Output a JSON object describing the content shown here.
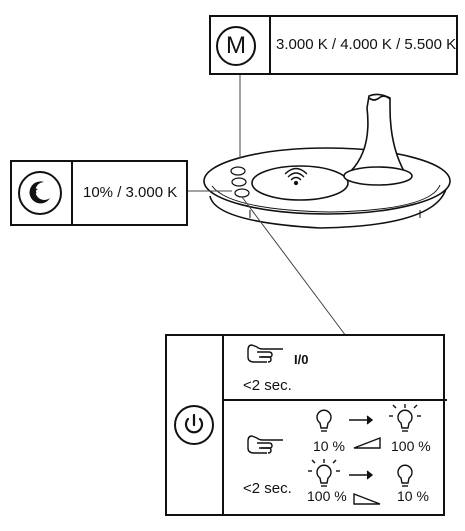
{
  "mode_box": {
    "icon_label": "M",
    "text": "3.000 K / 4.000 K / 5.500 K"
  },
  "night_box": {
    "icon_name": "moon-star-icon",
    "text": "10% / 3.000 K"
  },
  "power_box": {
    "icon_name": "power-icon",
    "onoff": {
      "label": "I/0",
      "duration": "<2 sec."
    },
    "dimming": {
      "up_from": "10 %",
      "up_to": "100 %",
      "down_from": "100 %",
      "down_to": "10 %",
      "duration": "<2 sec."
    }
  }
}
